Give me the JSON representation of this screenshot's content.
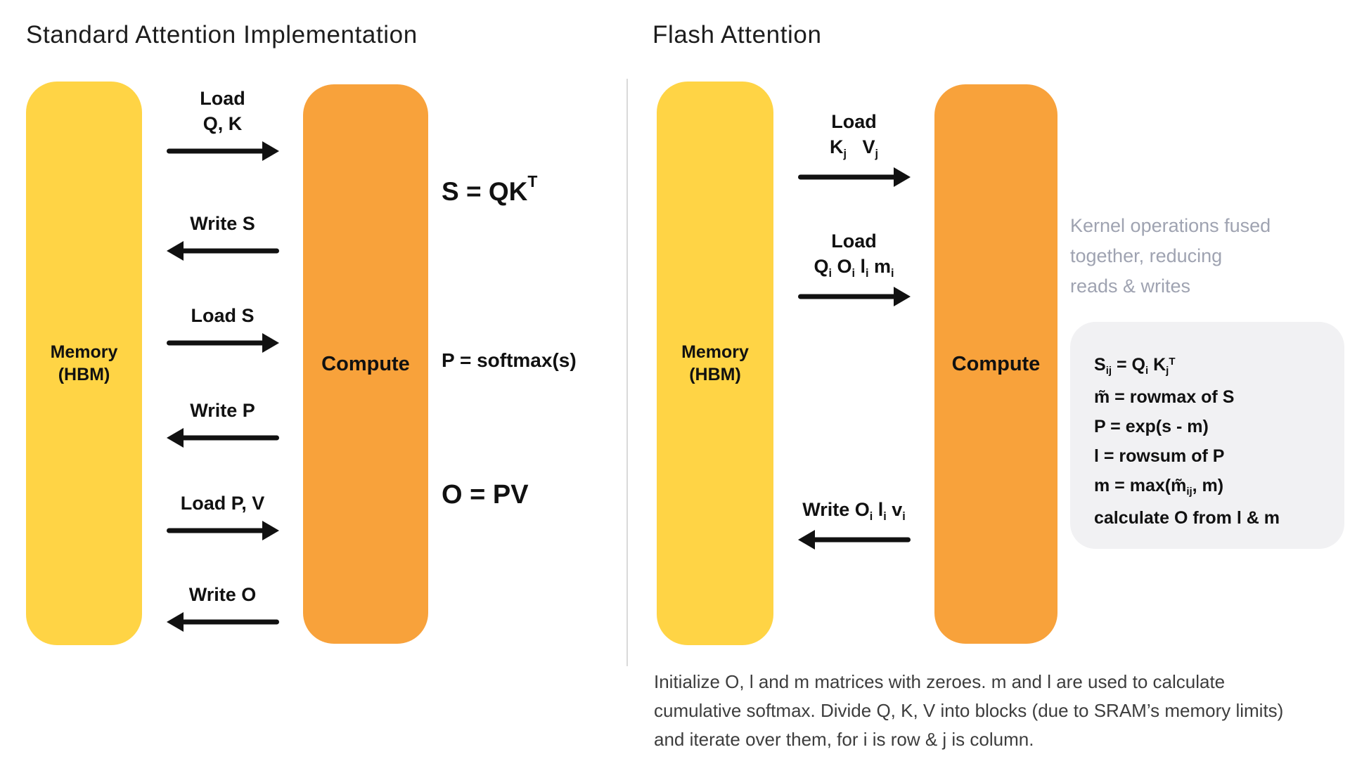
{
  "colors": {
    "memory": "#FFD445",
    "compute": "#F8A23B",
    "noteGray": "#9FA3B1",
    "panelGray": "#F1F1F3",
    "ink": "#141414"
  },
  "left": {
    "title": "Standard Attention Implementation",
    "memory": {
      "line1": "Memory",
      "line2": "(HBM)"
    },
    "compute_label": "Compute",
    "arrows": [
      {
        "line1": "Load",
        "line2": "Q, K",
        "dir": "right"
      },
      {
        "line1": "Write S",
        "dir": "left"
      },
      {
        "line1": "Load S",
        "dir": "right"
      },
      {
        "line1": "Write P",
        "dir": "left"
      },
      {
        "line1": "Load P, V",
        "dir": "right"
      },
      {
        "line1": "Write O",
        "dir": "left"
      }
    ],
    "formulas": {
      "s": [
        {
          "t": "S = QK"
        },
        {
          "t": "T",
          "s": "sup-high"
        }
      ],
      "p": [
        {
          "t": "P = softmax(s)"
        }
      ],
      "o": [
        {
          "t": "O = PV"
        }
      ]
    }
  },
  "right": {
    "title": "Flash Attention",
    "memory": {
      "line1": "Memory",
      "line2": "(HBM)"
    },
    "compute_label": "Compute",
    "arrows": [
      {
        "line1": [
          {
            "t": "Load"
          }
        ],
        "line2": [
          {
            "t": "K"
          },
          {
            "t": "j",
            "s": "sub"
          },
          {
            "t": "   V"
          },
          {
            "t": "j",
            "s": "sub"
          }
        ],
        "dir": "right"
      },
      {
        "line1": [
          {
            "t": "Load"
          }
        ],
        "line2": [
          {
            "t": "Q"
          },
          {
            "t": "i",
            "s": "sub"
          },
          {
            "t": " O"
          },
          {
            "t": "i",
            "s": "sub"
          },
          {
            "t": " l"
          },
          {
            "t": "i",
            "s": "sub"
          },
          {
            "t": " m"
          },
          {
            "t": "i",
            "s": "sub"
          }
        ],
        "dir": "right"
      },
      {
        "line1": [
          {
            "t": "Write O"
          },
          {
            "t": "i",
            "s": "sub"
          },
          {
            "t": " l"
          },
          {
            "t": "i",
            "s": "sub"
          },
          {
            "t": " v"
          },
          {
            "t": "i",
            "s": "sub"
          }
        ],
        "dir": "left"
      }
    ],
    "note": [
      "Kernel operations fused",
      "together, reducing",
      "reads & writes"
    ],
    "panel_formulas": [
      [
        {
          "t": "S"
        },
        {
          "t": "ij",
          "s": "sub"
        },
        {
          "t": " = Q"
        },
        {
          "t": "i",
          "s": "sub"
        },
        {
          "t": " K"
        },
        {
          "t": "j",
          "s": "sub"
        },
        {
          "t": "T",
          "s": "sup"
        }
      ],
      [
        {
          "t": "m̃ = rowmax of S"
        }
      ],
      [
        {
          "t": "P = exp(s - m)"
        }
      ],
      [
        {
          "t": "l = rowsum of P"
        }
      ],
      [
        {
          "t": "m = max(m̃"
        },
        {
          "t": "ij",
          "s": "sub"
        },
        {
          "t": ", m)"
        }
      ],
      [
        {
          "t": "calculate O from l & m"
        }
      ]
    ],
    "footnote": [
      "Initialize O, l and m matrices with zeroes. m and l are used to calculate",
      "cumulative softmax. Divide Q, K, V into blocks (due to SRAM’s memory limits)",
      "and iterate over them, for i is row & j is column."
    ]
  }
}
